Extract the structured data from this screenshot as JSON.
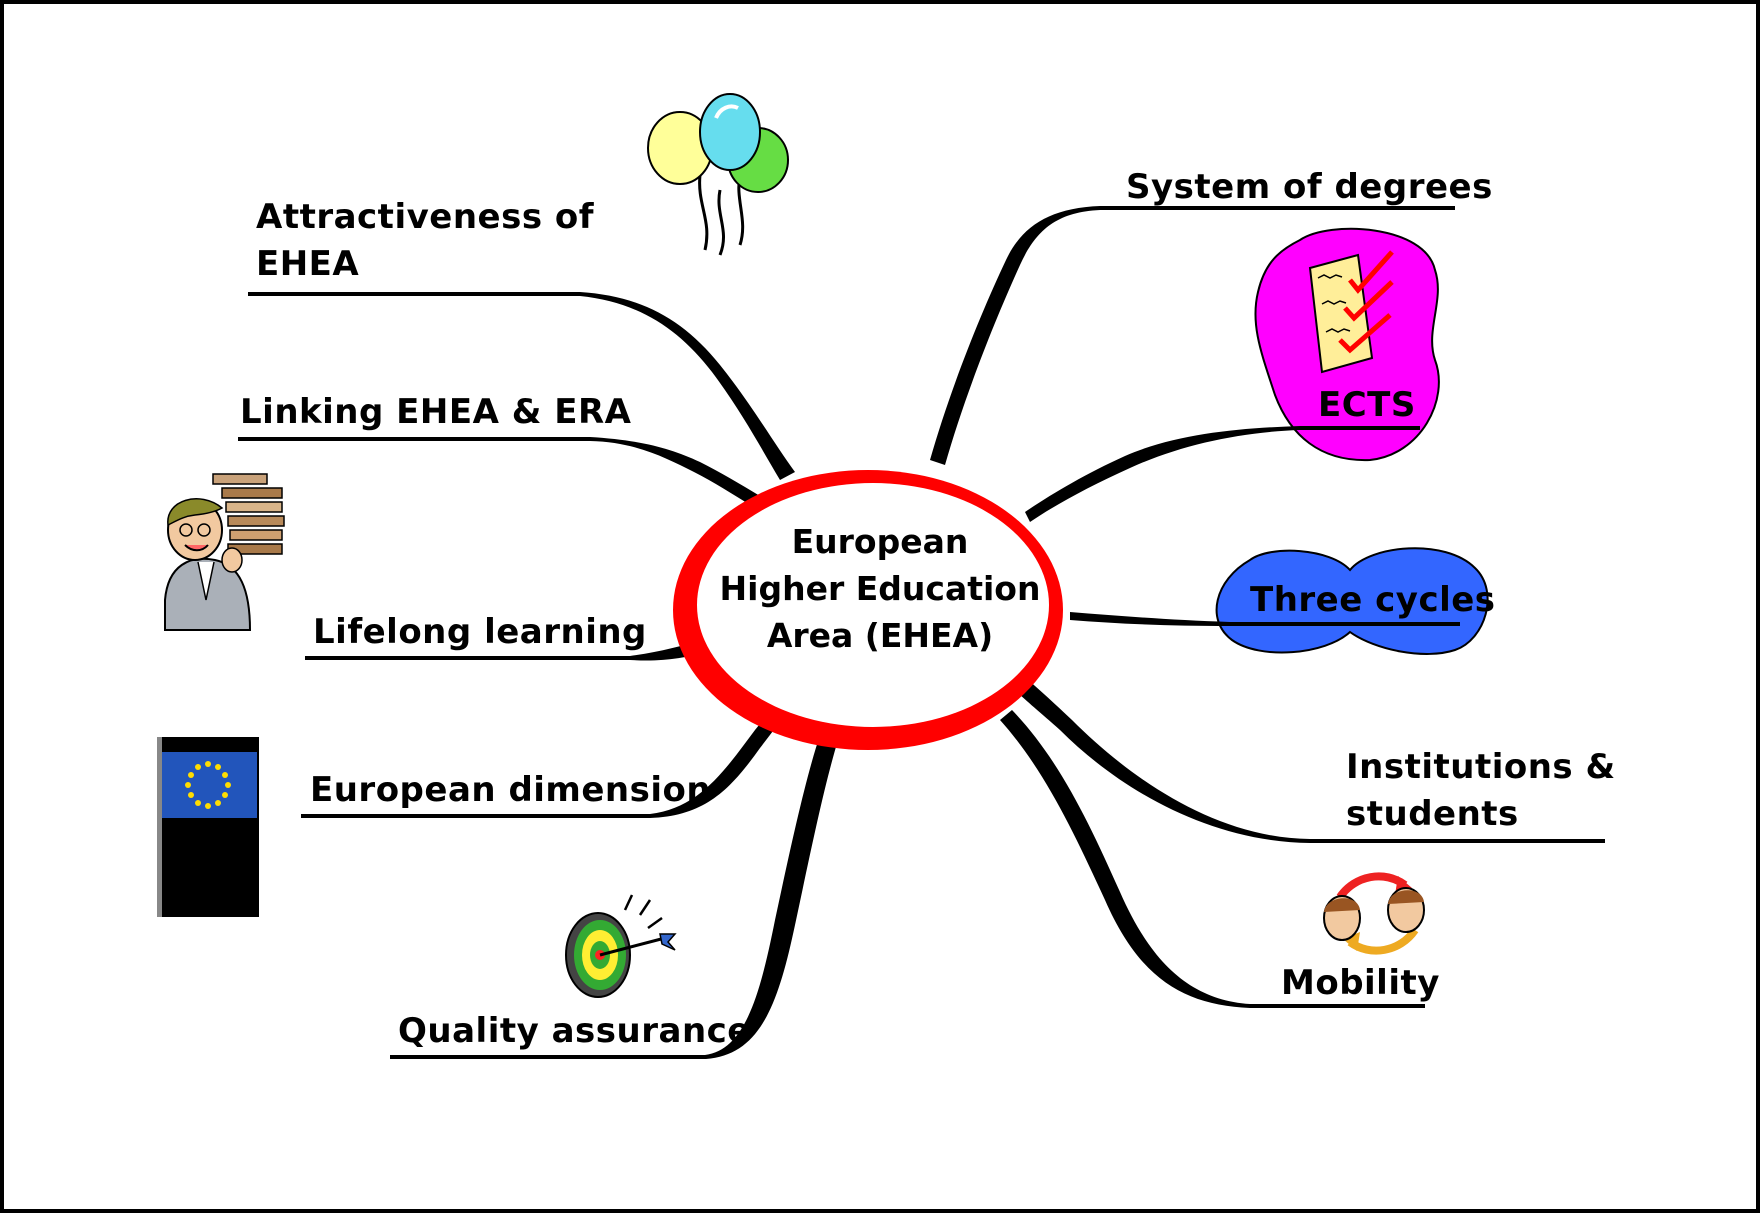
{
  "center": {
    "line1": "European",
    "line2": "Higher Education",
    "line3": "Area (EHEA)",
    "ring_color": "#ff0000"
  },
  "branches": {
    "attractiveness": {
      "line1": "Attractiveness of",
      "line2": "EHEA",
      "icon": "balloons-icon"
    },
    "linking": {
      "label": "Linking EHEA & ERA"
    },
    "lifelong": {
      "label": "Lifelong learning",
      "icon": "person-with-books-icon"
    },
    "european_dimension": {
      "label": "European dimension",
      "icon": "eu-flag-icon"
    },
    "quality": {
      "label": "Quality assurance",
      "icon": "dartboard-icon"
    },
    "degrees": {
      "label": "System of degrees"
    },
    "ects": {
      "label": "ECTS",
      "icon": "checklist-icon",
      "bg_color": "#ff00ff"
    },
    "cycles": {
      "label": "Three cycles",
      "bg_color": "#3366ff"
    },
    "institutions": {
      "line1": "Institutions &",
      "line2": "students"
    },
    "mobility": {
      "label": "Mobility",
      "icon": "exchange-people-icon"
    }
  }
}
